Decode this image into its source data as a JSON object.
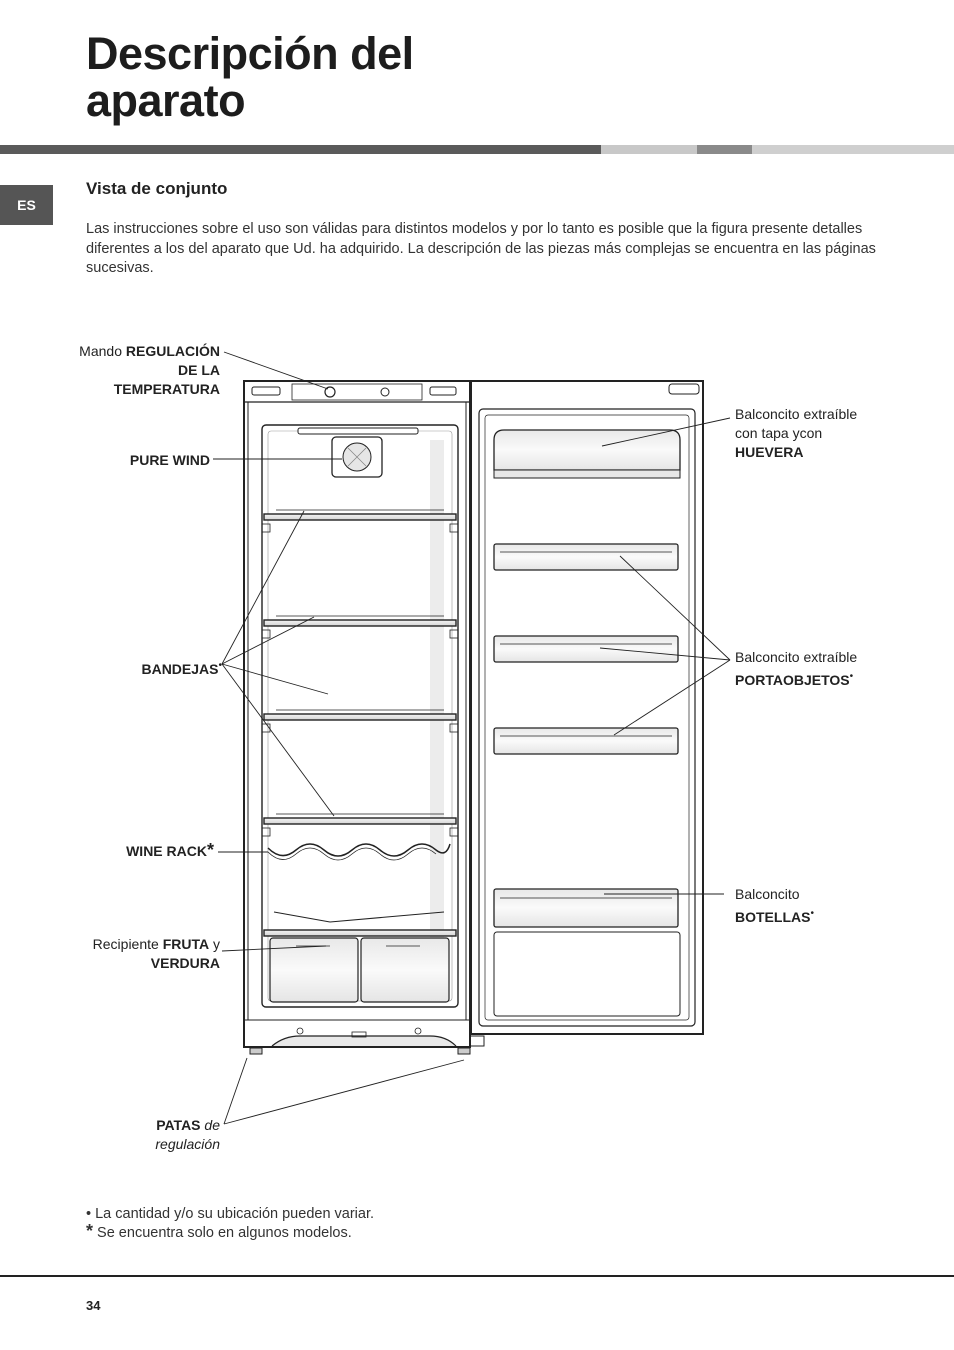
{
  "title_line1": "Descripción del",
  "title_line2": "aparato",
  "language": "ES",
  "section_title": "Vista de conjunto",
  "intro": "Las instrucciones sobre el uso son válidas para distintos modelos y por lo tanto es posible que la figura presente detalles diferentes a los del aparato que Ud. ha adquirido. La descripción de las piezas más complejas se encuentra en las páginas sucesivas.",
  "labels": {
    "mando_pre": "Mando",
    "mando_bold_1": "REGULACIÓN",
    "mando_bold_2": "DE LA",
    "mando_bold_3": "TEMPERATURA",
    "pure_wind": "PURE WIND",
    "bandejas": "BANDEJAS",
    "wine_rack": "WINE RACK",
    "recipiente_pre": "Recipiente",
    "recipiente_bold": "FRUTA",
    "recipiente_mid": "y",
    "recipiente_bold2": "VERDURA",
    "patas_bold": "PATAS",
    "patas_italic1": "de",
    "patas_italic2": "regulación",
    "huevera_line1": "Balconcito extraíble",
    "huevera_line2": "con tapa ycon",
    "huevera_bold": "HUEVERA",
    "porta_line1": "Balconcito extraíble",
    "porta_bold": "PORTAOBJETOS",
    "botellas_line1": "Balconcito",
    "botellas_bold": "BOTELLAS"
  },
  "marks": {
    "dot": "•",
    "star": "*"
  },
  "notes": {
    "note1_mark": "•",
    "note1": "La cantidad y/o su ubicación pueden variar.",
    "note2_mark": "*",
    "note2": "Se encuentra solo en algunos modelos."
  },
  "page_number": "34",
  "colors": {
    "rule_dark": "#5a5a5a",
    "rule_light": "#c8c8c8",
    "rule_mid": "#8a8a8a",
    "badge": "#555555"
  }
}
